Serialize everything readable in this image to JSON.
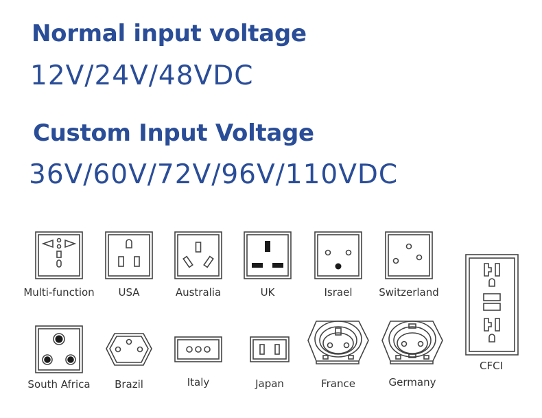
{
  "normal": {
    "title": "Normal input voltage",
    "values": "12V/24V/48VDC"
  },
  "custom": {
    "title": "Custom Input Voltage",
    "values": "36V/60V/72V/96V/110VDC"
  },
  "plugs": {
    "multi_function": "Multi-function",
    "usa": "USA",
    "australia": "Australia",
    "uk": "UK",
    "israel": "Israel",
    "switzerland": "Switzerland",
    "cfci": "CFCI",
    "south_africa": "South Africa",
    "brazil": "Brazil",
    "italy": "Italy",
    "japan": "Japan",
    "france": "France",
    "germany": "Germany"
  },
  "colors": {
    "heading": "#2a4d98",
    "label": "#333333",
    "outline": "#444444"
  }
}
